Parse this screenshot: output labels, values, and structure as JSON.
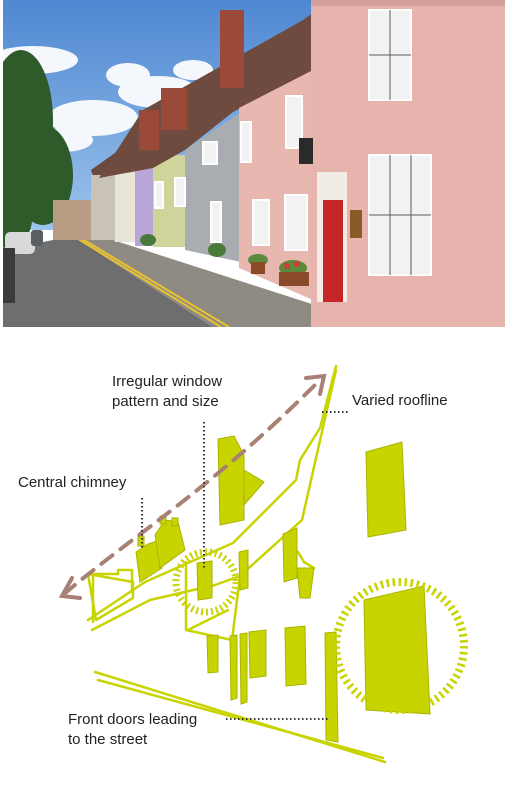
{
  "photo": {
    "alt": "Street of historic terraced houses"
  },
  "colors": {
    "accent": "#c8d400",
    "roofline": "#a88074",
    "sky": "#5e95d6",
    "pink_wall": "#e8b6b2",
    "door": "#c32525"
  },
  "annotations": {
    "window_pattern": {
      "line1": "Irregular window",
      "line2": "pattern and size"
    },
    "roofline": "Varied roofline",
    "chimney": "Central chimney",
    "front_doors": {
      "line1": "Front doors leading",
      "line2": "to the street"
    }
  }
}
